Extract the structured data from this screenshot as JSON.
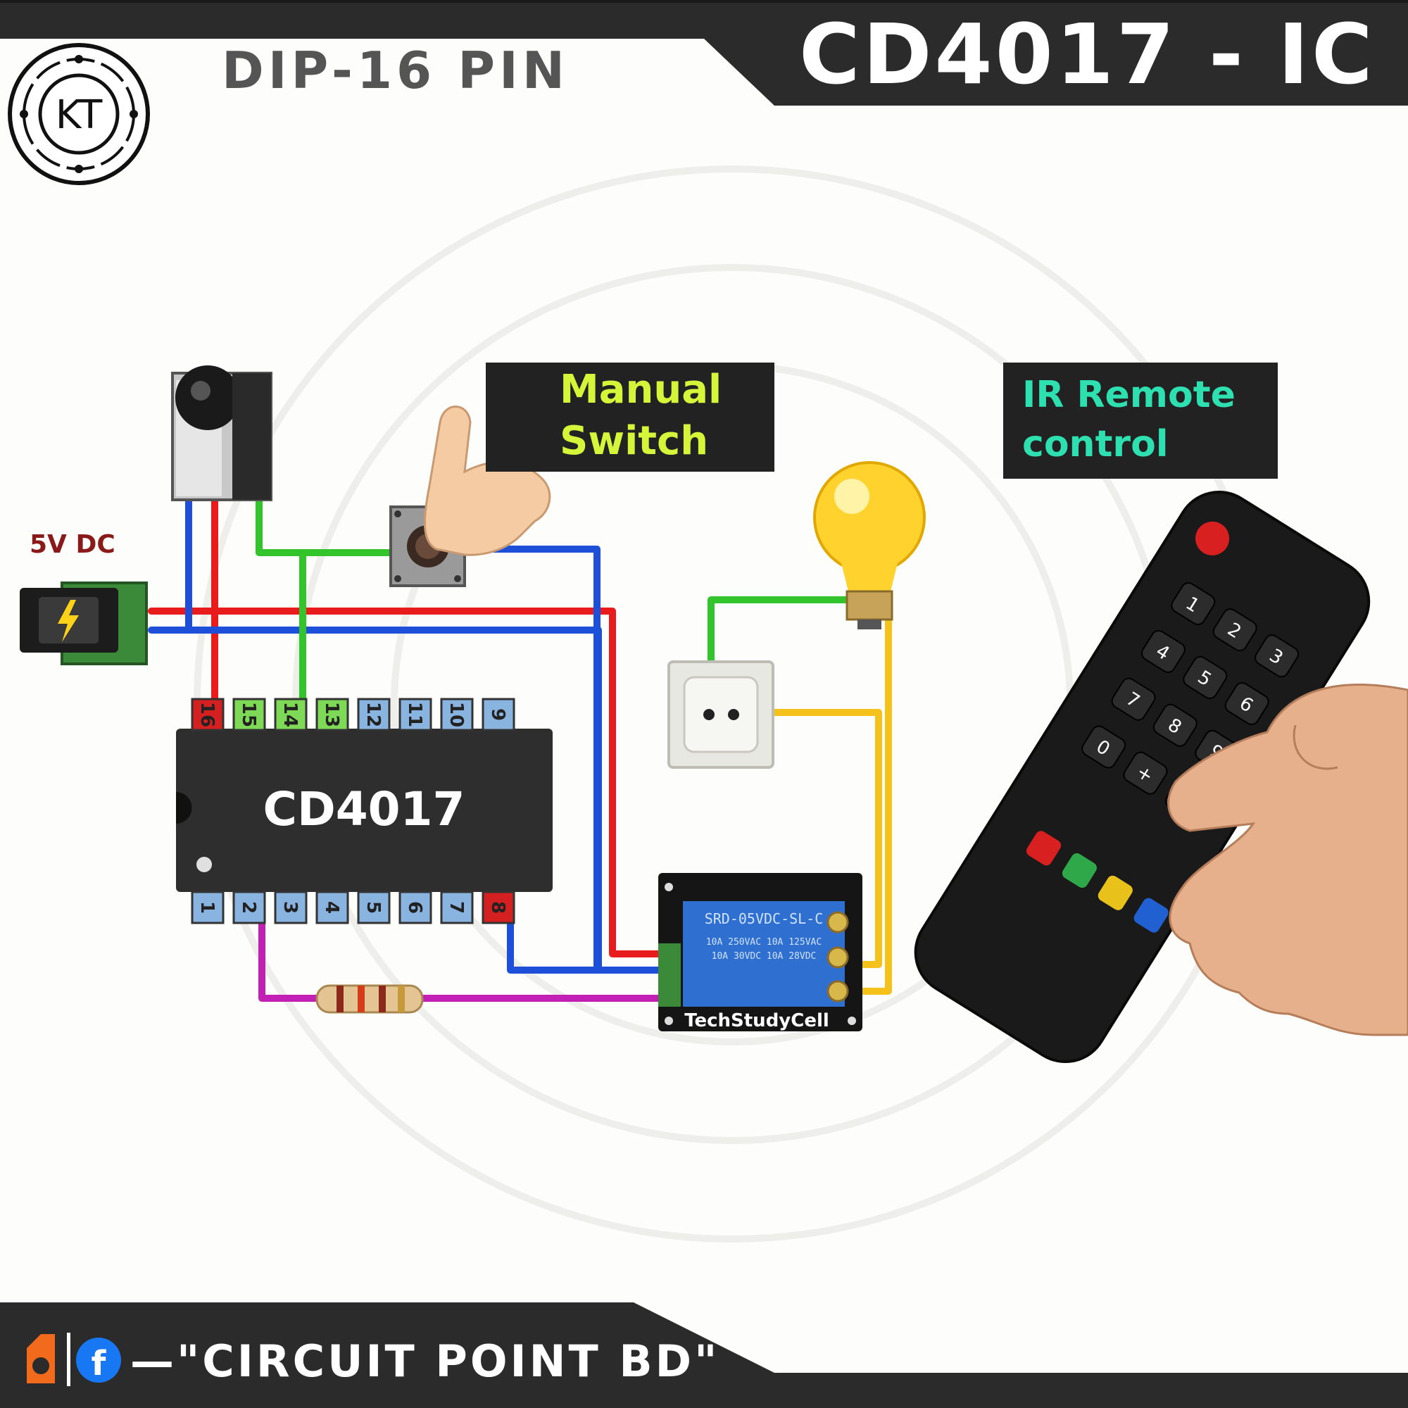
{
  "header": {
    "subtitle": "DIP-16 PIN",
    "title": "CD4017 - IC",
    "logo_text": "KT"
  },
  "labels": {
    "power": "5V DC",
    "manual_switch_line1": "Manual",
    "manual_switch_line2": "Switch",
    "ir_line1": "IR Remote",
    "ir_line2": "control"
  },
  "ic": {
    "name": "CD4017",
    "top_pins": [
      "16",
      "15",
      "14",
      "13",
      "12",
      "11",
      "10",
      "9"
    ],
    "bottom_pins": [
      "1",
      "2",
      "3",
      "4",
      "5",
      "6",
      "7",
      "8"
    ]
  },
  "relay": {
    "brand": "TechStudyCell",
    "model": "SRD-05VDC-SL-C",
    "rating1": "10A 250VAC  10A 125VAC",
    "rating2": "10A 30VDC  10A 28VDC"
  },
  "remote": {
    "keys": [
      "1",
      "2",
      "3",
      "4",
      "5",
      "6",
      "7",
      "8",
      "9",
      "0",
      "+",
      "−"
    ]
  },
  "footer": {
    "brand": "—\"CIRCUIT POINT BD\"",
    "fb_icon_letter": "f"
  },
  "colors": {
    "dark_bar": "#2b2b2b",
    "title_text": "#ffffff",
    "label_green": "#d4f53a",
    "label_teal": "#2ee0b0",
    "wire_red": "#e81c1c",
    "wire_blue": "#1e4fd8",
    "wire_green": "#33c42b",
    "wire_purple": "#c21fb4",
    "wire_yellow": "#f4c21a",
    "pin_red": "#d42020",
    "pin_green": "#7ed957",
    "pin_blue": "#8ab4e0",
    "ic_body": "#2e2e2e",
    "relay_blue": "#2f6fd0",
    "orange_icon": "#f26a1b",
    "fb_blue": "#1877f2"
  }
}
